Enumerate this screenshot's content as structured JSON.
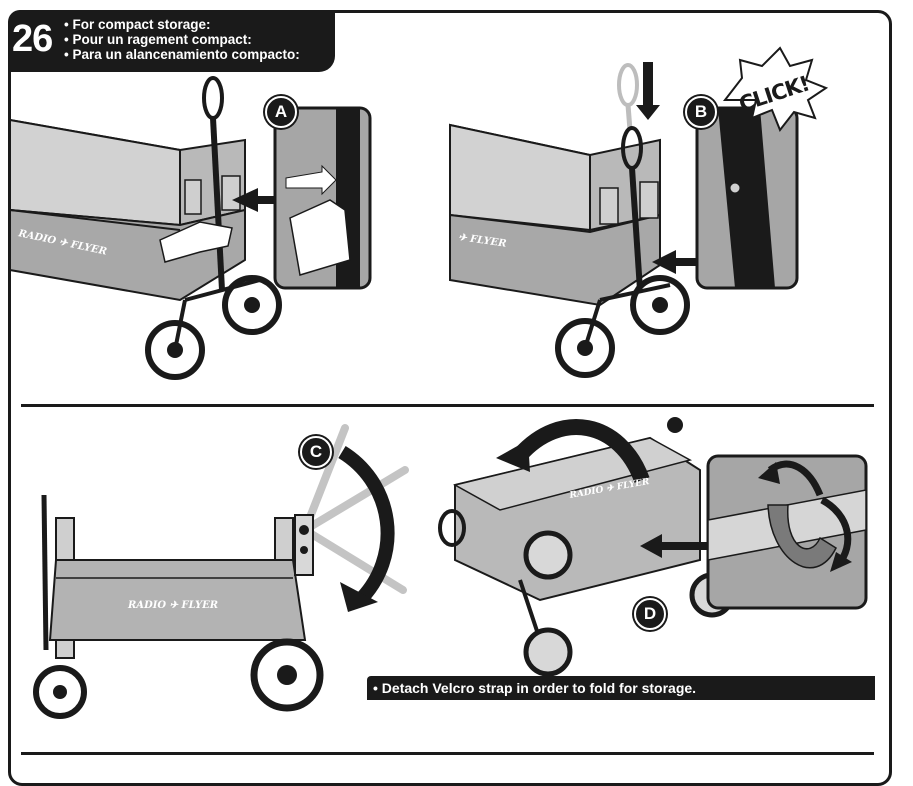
{
  "step": {
    "number": "26",
    "lines": [
      "• For compact storage:",
      "• Pour un ragement compact:",
      "• Para un alancenamiento compacto:"
    ]
  },
  "callouts": {
    "a": "A",
    "b": "B",
    "c": "C",
    "d": "D"
  },
  "sound_effect": "CLICK!",
  "brand": "RADIO FLYER",
  "note": "• Detach Velcro strap in order to fold for storage."
}
